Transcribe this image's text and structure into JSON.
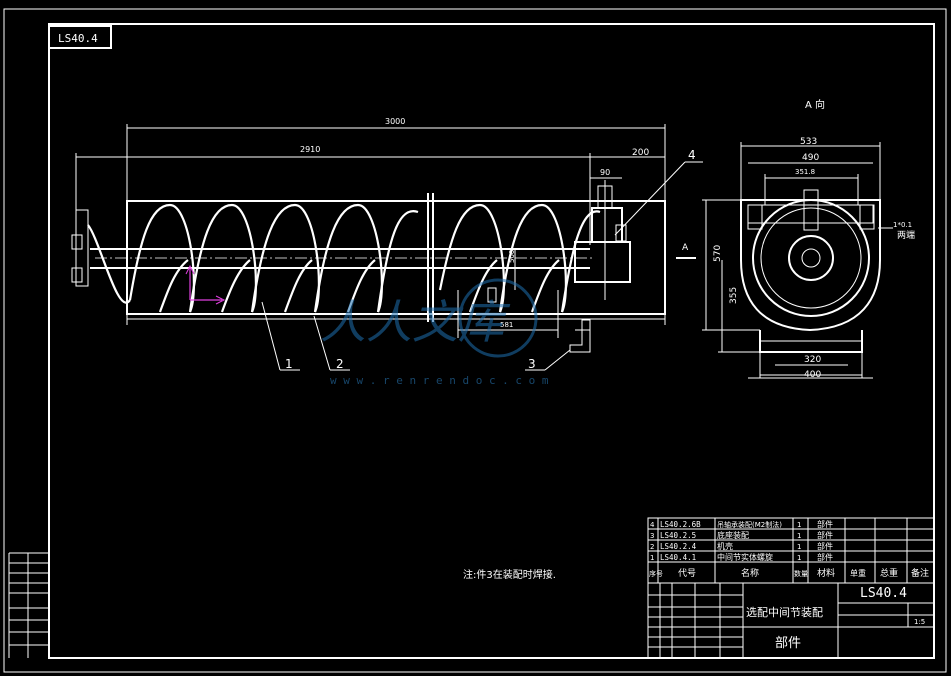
{
  "drawing": {
    "code_box": "LS40.4",
    "view_label": "A 向",
    "arrow_label": "A",
    "note": "注:件3在装配时焊接.",
    "watermark_url": "w w w . r e n r e n d o c . c o m"
  },
  "front_view": {
    "dims": {
      "overall": "3000",
      "span": "2910",
      "end": "200",
      "small": "90",
      "vertical": "500",
      "bottom": "581"
    },
    "balloons": [
      "1",
      "2",
      "3",
      "4"
    ]
  },
  "side_view": {
    "dims": {
      "w533": "533",
      "w490": "490",
      "w_inner": "351.8",
      "h570": "570",
      "h355": "355",
      "w320": "320",
      "w400": "400",
      "side_note": "1*0.1",
      "side_note2": "两端"
    }
  },
  "bom": {
    "rows": [
      {
        "no": "4",
        "code": "LS40.2.6B",
        "name": "吊轴承装配(M2制法)",
        "qty": "1",
        "mat": "部件"
      },
      {
        "no": "3",
        "code": "LS40.2.5",
        "name": "底座装配",
        "qty": "1",
        "mat": "部件"
      },
      {
        "no": "2",
        "code": "LS40.2.4",
        "name": "机壳",
        "qty": "1",
        "mat": "部件"
      },
      {
        "no": "1",
        "code": "LS40.4.1",
        "name": "中间节实体螺旋",
        "qty": "1",
        "mat": "部件"
      }
    ],
    "headers": {
      "no": "序号",
      "code": "代号",
      "name": "名称",
      "qty": "数量",
      "mat": "材料",
      "unit_w": "单重",
      "total_w": "总重",
      "remark": "备注"
    }
  },
  "title_block": {
    "code": "LS40.4",
    "title": "选配中间节装配",
    "type": "部件",
    "scale": "1:5"
  }
}
